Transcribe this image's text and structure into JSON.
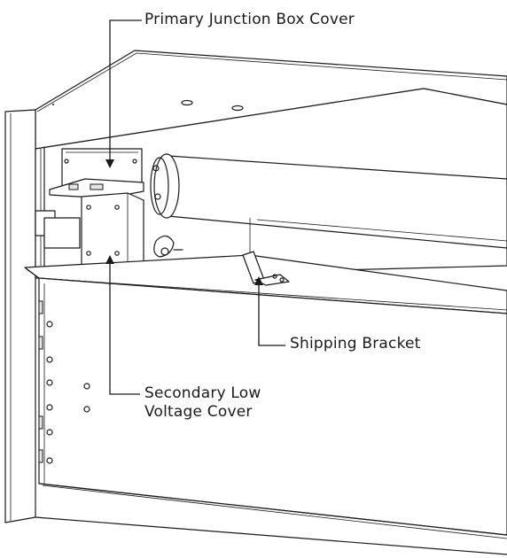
{
  "callouts": {
    "primary_junction_box_cover": "Primary Junction Box Cover",
    "shipping_bracket": "Shipping Bracket",
    "secondary_low_voltage_cover_line1": "Secondary Low",
    "secondary_low_voltage_cover_line2": "Voltage Cover"
  },
  "colors": {
    "line": "#1a1a1a",
    "background": "#ffffff",
    "shade": "#e6e6e6"
  }
}
